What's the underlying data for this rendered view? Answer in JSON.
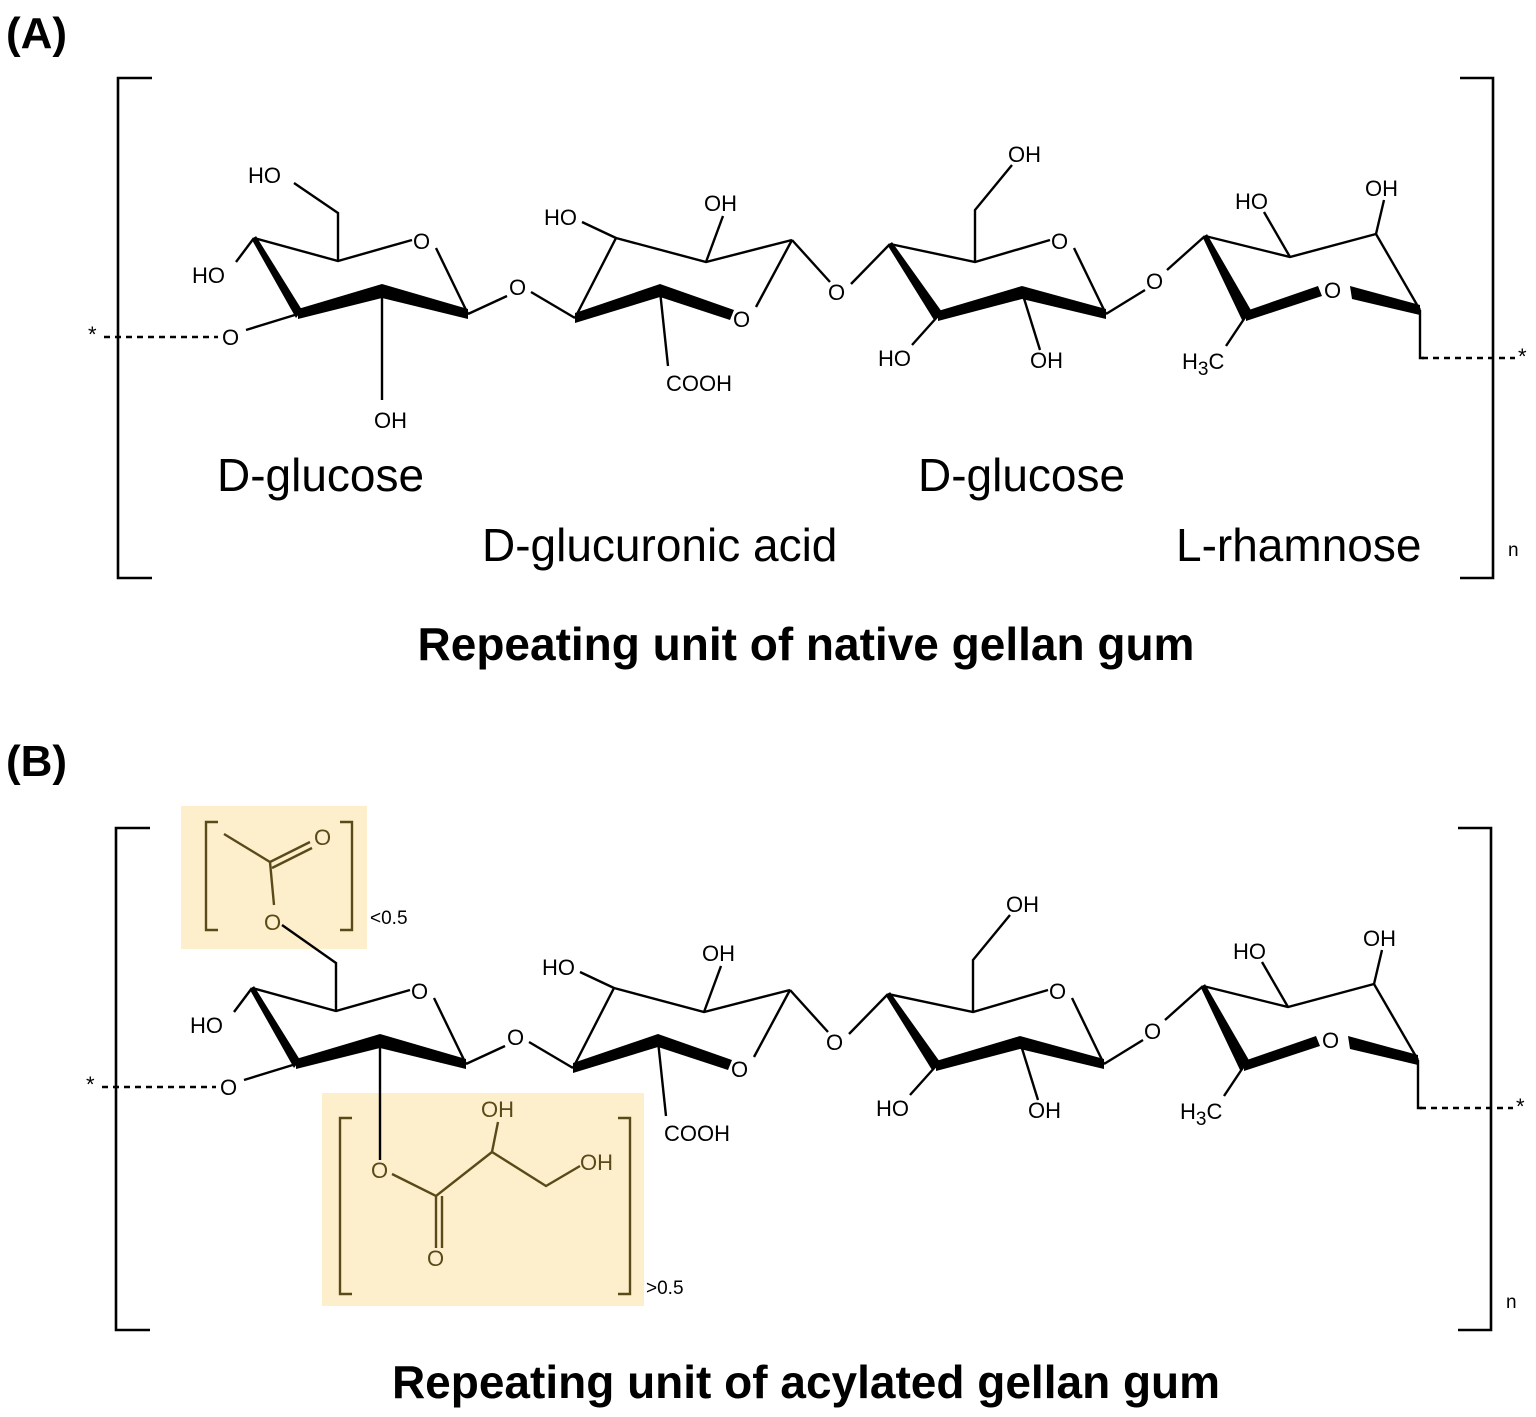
{
  "panels": {
    "a": {
      "label": "(A)",
      "caption": "Repeating unit of native gellan gum",
      "repeat_subscript": "n",
      "sugars": [
        "D-glucose",
        "D-glucuronic acid",
        "D-glucose",
        "L-rhamnose"
      ]
    },
    "b": {
      "label": "(B)",
      "caption": "Repeating unit of acylated gellan gum",
      "repeat_subscript": "n",
      "acetyl_subscript": "<0.5",
      "glyceryl_subscript": ">0.5"
    }
  },
  "atoms": {
    "ho": "HO",
    "oh": "OH",
    "o": "O",
    "cooh": "COOH",
    "h3c_h": "H",
    "h3c_3": "3",
    "h3c_c": "C",
    "star": "*"
  },
  "colors": {
    "acyl_highlight": "#fdefcb",
    "acyl_ink": "#5a4a1a"
  }
}
